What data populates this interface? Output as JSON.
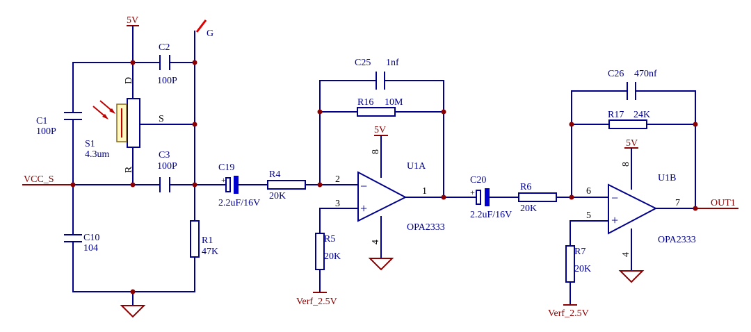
{
  "nets": {
    "vdd_left": "5V",
    "gate_pin": "G",
    "vcc_s": "VCC_S",
    "vdd_u1a": "5V",
    "vdd_u1b": "5V",
    "vref_a": "Verf_2.5V",
    "vref_b": "Verf_2.5V",
    "out": "OUT1"
  },
  "components": {
    "c1": {
      "ref": "C1",
      "value": "100P"
    },
    "c2": {
      "ref": "C2",
      "value": "100P"
    },
    "c3": {
      "ref": "C3",
      "value": "100P"
    },
    "c10": {
      "ref": "C10",
      "value": "104"
    },
    "s1": {
      "ref": "S1",
      "value": "4.3um",
      "pin_d": "D",
      "pin_s": "S",
      "pin_r": "R"
    },
    "r1": {
      "ref": "R1",
      "value": "47K"
    },
    "c19": {
      "ref": "C19",
      "value": "2.2uF/16V"
    },
    "r4": {
      "ref": "R4",
      "value": "20K"
    },
    "c25": {
      "ref": "C25",
      "value": "1nf"
    },
    "r16": {
      "ref": "R16",
      "value": "10M"
    },
    "r5": {
      "ref": "R5",
      "value": "20K"
    },
    "u1a": {
      "ref": "U1A",
      "part": "OPA2333",
      "pin_inv": "2",
      "pin_noninv": "3",
      "pin_out": "1",
      "pin_vcc": "8",
      "pin_gnd": "4"
    },
    "c20": {
      "ref": "C20",
      "value": "2.2uF/16V"
    },
    "r6": {
      "ref": "R6",
      "value": "20K"
    },
    "c26": {
      "ref": "C26",
      "value": "470nf"
    },
    "r17": {
      "ref": "R17",
      "value": "24K"
    },
    "r7": {
      "ref": "R7",
      "value": "20K"
    },
    "u1b": {
      "ref": "U1B",
      "part": "OPA2333",
      "pin_inv": "6",
      "pin_noninv": "5",
      "pin_out": "7",
      "pin_vcc": "8",
      "pin_gnd": "4"
    }
  },
  "symbols": {
    "plus": "+",
    "minus": "−"
  }
}
